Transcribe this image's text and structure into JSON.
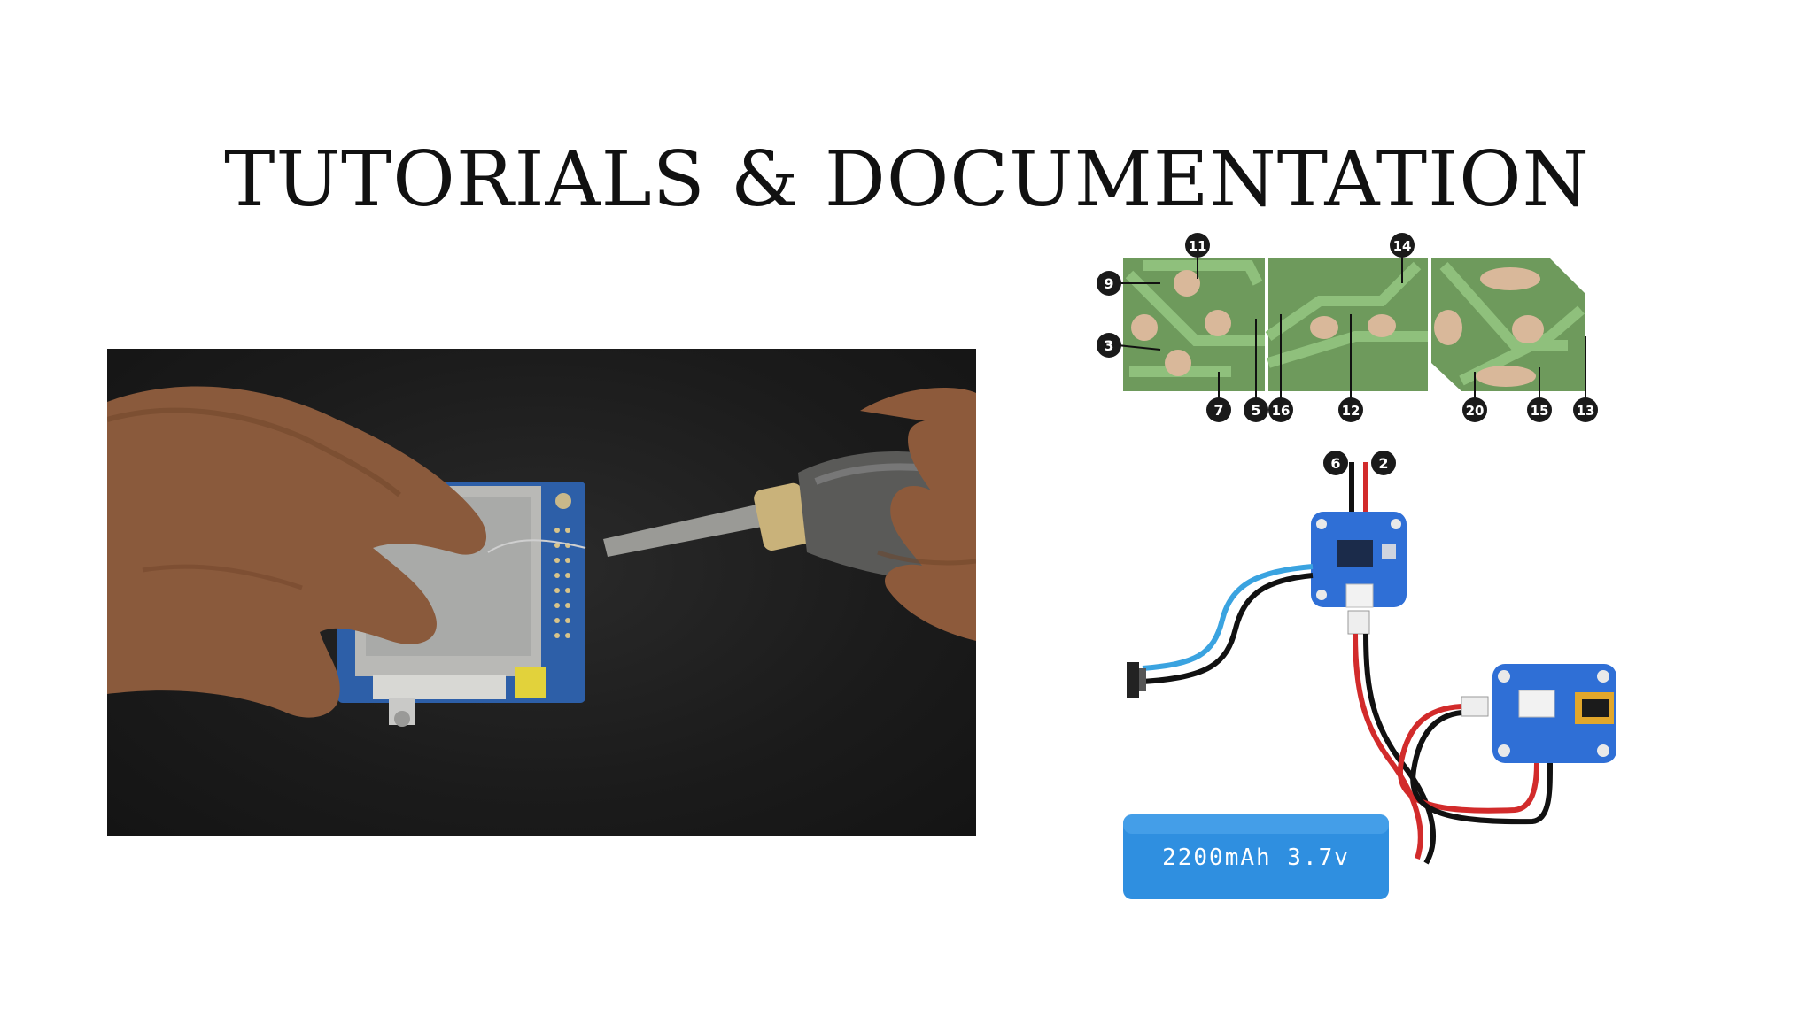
{
  "page": {
    "title": "TUTORIALS & DOCUMENTATION"
  },
  "diagram": {
    "badges": [
      "11",
      "14",
      "9",
      "3",
      "7",
      "5",
      "16",
      "12",
      "20",
      "15",
      "13",
      "6",
      "2"
    ],
    "battery_label": "2200mAh 3.7v"
  },
  "colors": {
    "pcb_green": "#6e9a5c",
    "trace_green": "#8fc07c",
    "board_blue": "#2f6fd6",
    "battery_blue": "#2f8fe0",
    "wire_red": "#d22b2b",
    "wire_black": "#111111",
    "wire_blue": "#3aa3e0"
  },
  "icons": [
    "hands-soldering-photo",
    "pcb-paddle-diagram",
    "battery-circuit-diagram"
  ]
}
